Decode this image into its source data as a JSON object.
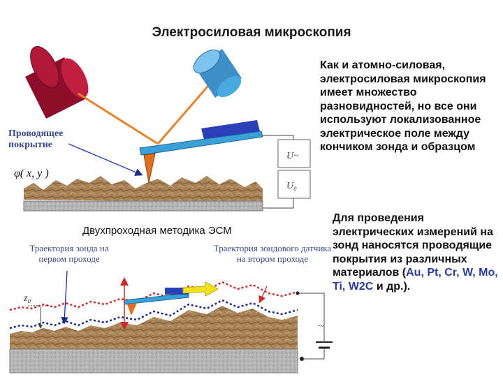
{
  "title": "Электросиловая микроскопия",
  "top_text": "Как и атомно-силовая, электросиловая микроскопия имеет множество разновидностей, но все они используют локализованное электрическое поле между кончиком зонда и образцом",
  "bottom_text": {
    "part1": "Для проведения электрических измерений на зонд наносятся проводящие покрытия из различных материалов (",
    "materials": "Au, Pt, Cr, W, Mo, Ti, W2C",
    "part2": " и др.)."
  },
  "diagram_top": {
    "coating_label": "Проводящее покрытие",
    "potential_label": "φ( x, y )",
    "voltage_labels": [
      "U~",
      "U₀"
    ]
  },
  "diagram_bottom": {
    "method_label": "Двухпроходная методика ЭСМ",
    "trajectory_first": "Траектория зонда на первом проходе",
    "trajectory_second": "Траектория зондового датчика на втором проходе",
    "height_label": "z₀",
    "ac_symbol": "~"
  },
  "colors": {
    "laser_body": "#9a1030",
    "laser_beam": "#e8822a",
    "detector": "#4aa8e0",
    "cantilever": "#3aa0d8",
    "piezo": "#2a3fb8",
    "tip": "#e07020",
    "surface": "#a07850",
    "substrate": "#b8b8b8",
    "trajectory_red": "#cc2a2a",
    "trajectory_blue": "#1a2a88",
    "arrow_yellow": "#f2e21a"
  }
}
